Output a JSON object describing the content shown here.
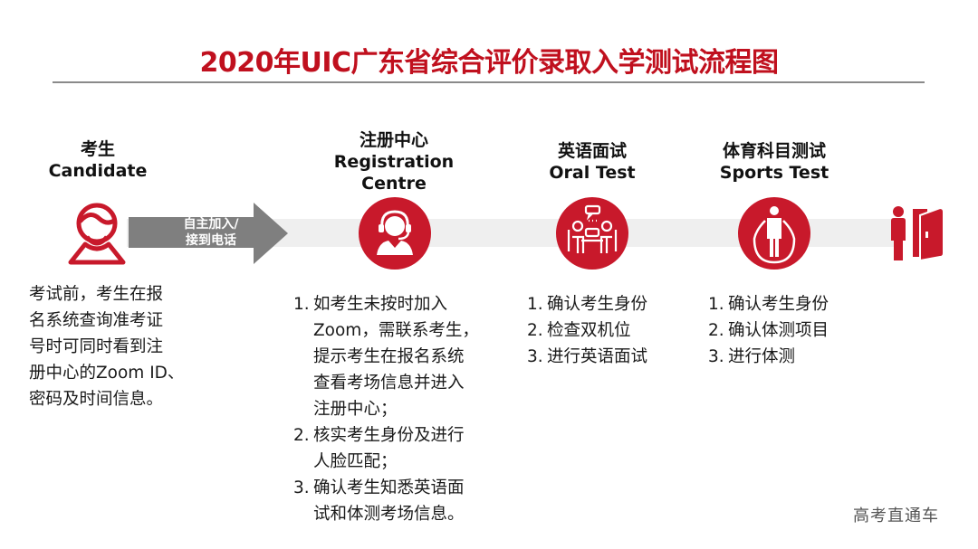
{
  "title": "2020年UIC广东省综合评价录取入学测试流程图",
  "colors": {
    "accent_red": "#c8192b",
    "title_red": "#c0101e",
    "arrow_gray": "#7f7f7f",
    "band_gray": "#efefef"
  },
  "arrow": {
    "line1": "自主加入/",
    "line2": "接到电话"
  },
  "steps": [
    {
      "cn": "考生",
      "en": "Candidate",
      "en2": "",
      "icon": "candidate-person-icon",
      "description": "考试前，考生在报名系统查询准考证号时可同时看到注册中心的Zoom ID、密码及时间信息。",
      "desc_lines": [
        "考试前，考生在报",
        "名系统查询准考证",
        "号时可同时看到注",
        "册中心的Zoom ID、",
        "密码及时间信息。"
      ]
    },
    {
      "cn": "注册中心",
      "en": "Registration",
      "en2": "Centre",
      "icon": "headset-operator-icon",
      "items": [
        {
          "num": "1.",
          "lines": [
            "如考生未按时加入",
            "Zoom，需联系考生，",
            "提示考生在报名系统",
            "查看考场信息并进入",
            "注册中心；"
          ]
        },
        {
          "num": "2.",
          "lines": [
            "核实考生身份及进行",
            "人脸匹配；"
          ]
        },
        {
          "num": "3.",
          "lines": [
            "确认考生知悉英语面",
            "试和体测考场信息。"
          ]
        }
      ]
    },
    {
      "cn": "英语面试",
      "en": "Oral Test",
      "en2": "",
      "icon": "interview-meeting-icon",
      "items": [
        {
          "num": "1.",
          "lines": [
            "确认考生身份"
          ]
        },
        {
          "num": "2.",
          "lines": [
            "检查双机位"
          ]
        },
        {
          "num": "3.",
          "lines": [
            "进行英语面试"
          ]
        }
      ]
    },
    {
      "cn": "体育科目测试",
      "en": "Sports Test",
      "en2": "",
      "icon": "jump-rope-icon",
      "items": [
        {
          "num": "1.",
          "lines": [
            "确认考生身份"
          ]
        },
        {
          "num": "2.",
          "lines": [
            "确认体测项目"
          ]
        },
        {
          "num": "3.",
          "lines": [
            "进行体测"
          ]
        }
      ]
    }
  ],
  "end_icon": "exit-door-icon",
  "watermark": "高考直通车"
}
